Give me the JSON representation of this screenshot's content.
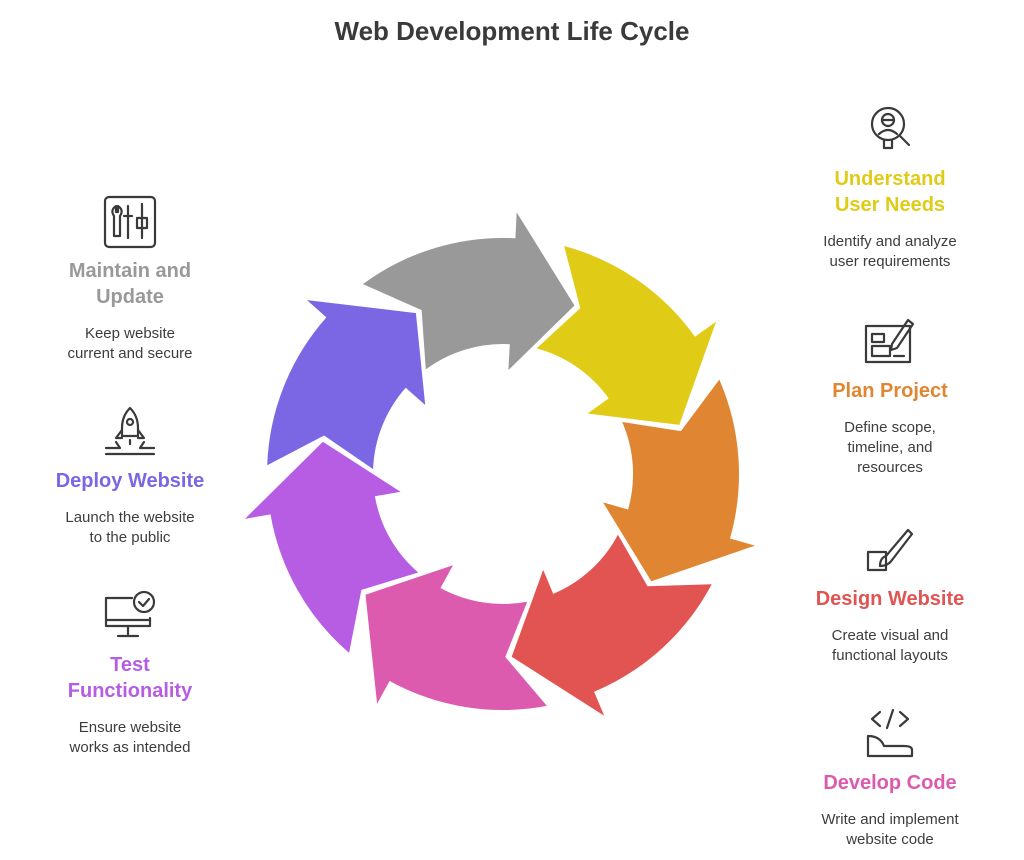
{
  "title": "Web Development Life Cycle",
  "steps": [
    {
      "label_lines": [
        "Understand",
        "User Needs"
      ],
      "desc_lines": [
        "Identify and analyze",
        "user requirements"
      ],
      "color": "#E0CB17",
      "icon": "user-search-icon"
    },
    {
      "label_lines": [
        "Plan Project"
      ],
      "desc_lines": [
        "Define scope,",
        "timeline, and",
        "resources"
      ],
      "color": "#E08632",
      "icon": "blueprint-pencil-icon"
    },
    {
      "label_lines": [
        "Design Website"
      ],
      "desc_lines": [
        "Create visual and",
        "functional layouts"
      ],
      "color": "#E25452",
      "icon": "paint-brush-icon"
    },
    {
      "label_lines": [
        "Develop Code"
      ],
      "desc_lines": [
        "Write and implement",
        "website code"
      ],
      "color": "#DC5BAF",
      "icon": "code-hand-icon"
    },
    {
      "label_lines": [
        "Test",
        "Functionality"
      ],
      "desc_lines": [
        "Ensure website",
        "works as intended"
      ],
      "color": "#B65DE3",
      "icon": "monitor-check-icon"
    },
    {
      "label_lines": [
        "Deploy Website"
      ],
      "desc_lines": [
        "Launch the website",
        "to the public"
      ],
      "color": "#7B66E4",
      "icon": "rocket-launch-icon"
    },
    {
      "label_lines": [
        "Maintain and",
        "Update"
      ],
      "desc_lines": [
        "Keep website",
        "current and secure"
      ],
      "color": "#999999",
      "icon": "tools-panel-icon"
    }
  ]
}
